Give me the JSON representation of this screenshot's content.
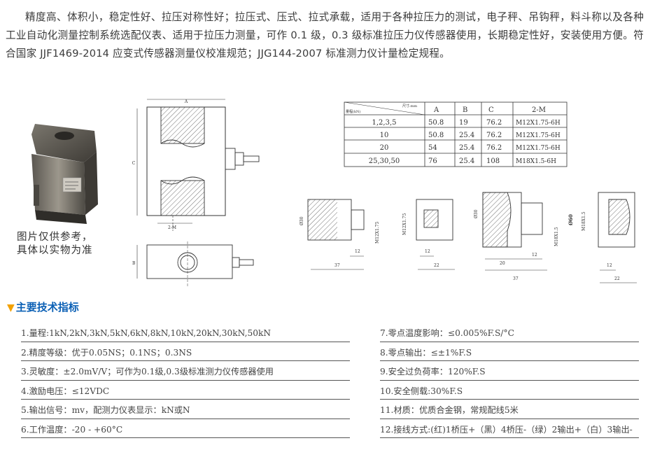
{
  "intro": "精度高、体积小，稳定性好、拉压对称性好；拉压式、压式、拉式承载，适用于各种拉压力的测试，电子秤、吊钩秤，料斗称以及各种工业自动化测量控制系统选配仪表、适用于拉压力测量，可作 0.1 级，0.3 级标准拉压力仪传感器使用，长期稳定性好，安装使用方便。符合国家 JJF1469-2014 应变式传感器测量仪校准规范；JJG144-2007 标准测力仪计量检定规程。",
  "photo_caption": [
    "图片仅供参考，",
    "具体以实物为准"
  ],
  "table": {
    "corner_left": "量程(kN)",
    "corner_right": "尺寸:mm",
    "headers": [
      "A",
      "B",
      "C",
      "2-M"
    ],
    "rows": [
      [
        "1,2,3,5",
        "50.8",
        "19",
        "76.2",
        "M12X1.75-6H"
      ],
      [
        "10",
        "50.8",
        "25.4",
        "76.2",
        "M12X1.75-6H"
      ],
      [
        "20",
        "54",
        "25.4",
        "76.2",
        "M12X1.75-6H"
      ],
      [
        "25,30,50",
        "76",
        "25.4",
        "108",
        "M18X1.5-6H"
      ]
    ]
  },
  "dims": {
    "a": "A",
    "c": "C",
    "b": "B",
    "two_m": "2-M",
    "phi30": "Ø30",
    "m12": "M12X1.75",
    "d12": "12",
    "d37": "37",
    "d22": "22",
    "d20": "20",
    "m18": "M18X1.5",
    "phi60": "Ø60"
  },
  "section_title": "主要技术指标",
  "specs_left": [
    "1.量程:1kN,2kN,3kN,5kN,6kN,8kN,10kN,20kN,30kN,50kN",
    "2.精度等级：优于0.05NS；0.1NS；0.3NS",
    "3.灵敏度：±2.0mV/V；可作为0.1级,0.3级标准测力仪传感器使用",
    "4.激励电压：≤12VDC",
    "5.输出信号：mv，配测力仪表显示：kN或N",
    "6.工作温度：-20 - +60°C"
  ],
  "specs_right": [
    "7.零点温度影响：≤0.005%F.S/°C",
    "8.零点输出：≤±1%F.S",
    "9.安全过负荷率：120%F.S",
    "10.安全侧载:30%F.S",
    "11.材质：优质合金钢，常规配线5米",
    "12.接线方式:(红)1桥压+（黑）4桥压-（绿）2输出+（白）3输出-"
  ]
}
